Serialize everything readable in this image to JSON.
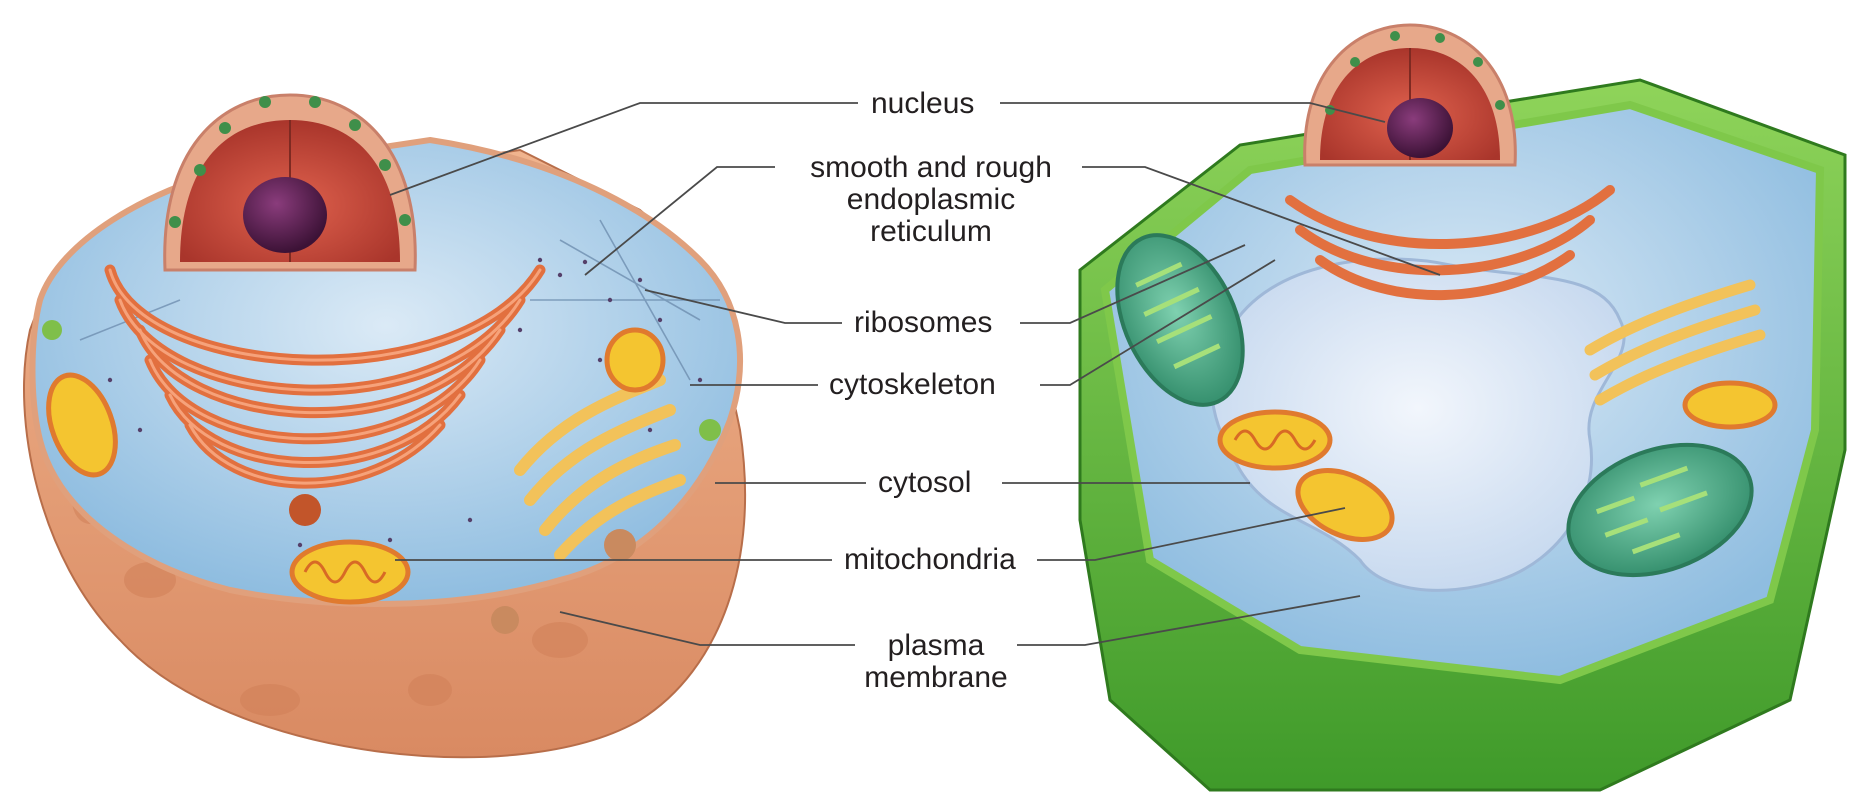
{
  "figure": {
    "labels": {
      "nucleus": "nucleus",
      "er_line1": "smooth and rough",
      "er_line2": "endoplasmic",
      "er_line3": "reticulum",
      "ribosomes": "ribosomes",
      "cytoskeleton": "cytoskeleton",
      "cytosol": "cytosol",
      "mitochondria": "mitochondria",
      "plasma_line1": "plasma",
      "plasma_line2": "membrane"
    },
    "colors": {
      "animal_membrane": "#e9a57f",
      "cytosol_blue": "#b9d8ee",
      "nucleus_red": "#c9473a",
      "nucleolus_purple": "#5a1f4f",
      "er_orange": "#e2703f",
      "golgi_yellow": "#f2c25a",
      "mito_yellow": "#f4c530",
      "plant_wall_green": "#6fbf3f",
      "chloroplast_green": "#3f9a7a",
      "vacuole": "#d9e6f5",
      "leader_line": "#4a4a4a"
    }
  }
}
